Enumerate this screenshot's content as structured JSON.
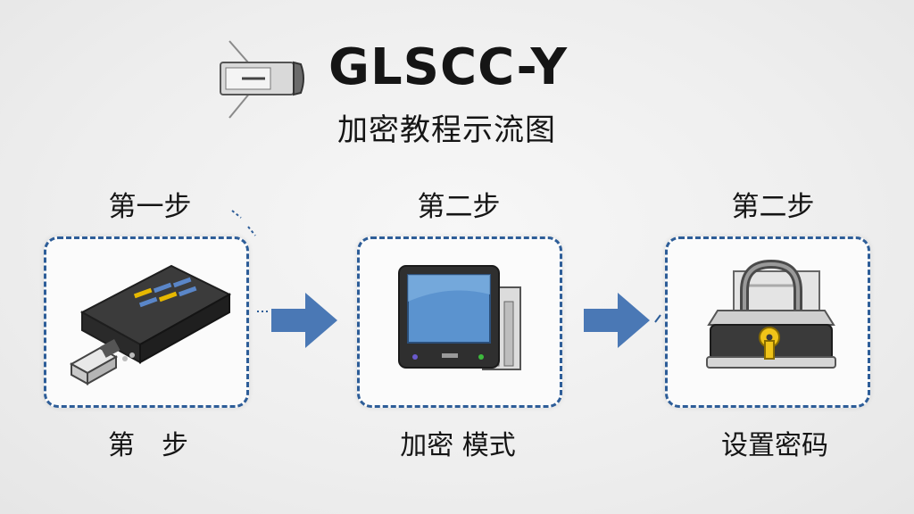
{
  "header": {
    "title": "GLSCC-Y",
    "subtitle": "加密教程示流图"
  },
  "steps": [
    {
      "heading": "第一步",
      "caption": "第　步",
      "icon": "usb-drive-icon"
    },
    {
      "heading": "第二步",
      "caption": "加密 模式",
      "icon": "tablet-monitor-icon"
    },
    {
      "heading": "第二步",
      "caption": "设置密码",
      "icon": "padlock-icon"
    }
  ],
  "colors": {
    "box_border": "#2d5d98",
    "arrow": "#4a78b5",
    "background": "#ededed"
  }
}
